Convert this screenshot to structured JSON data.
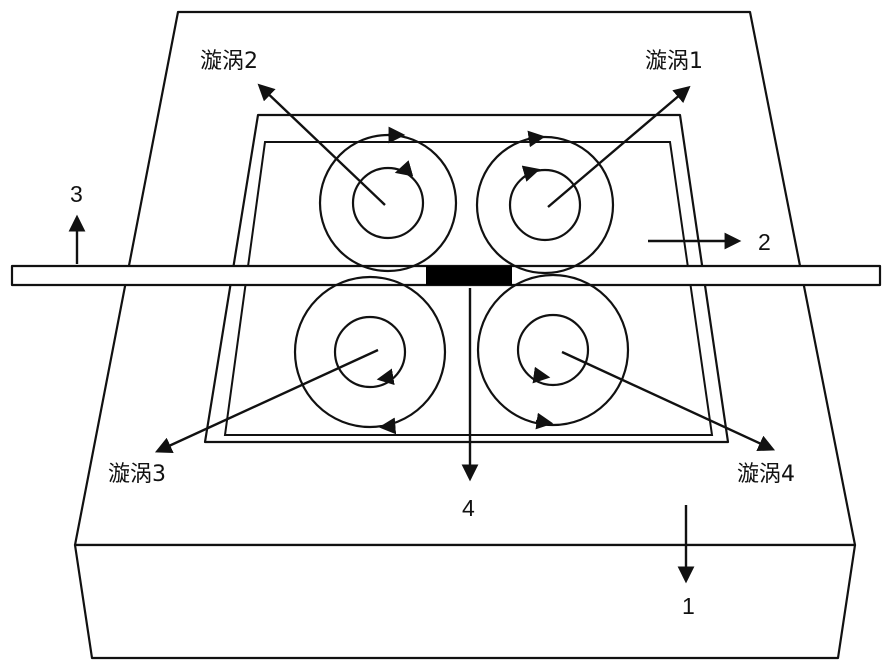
{
  "labels": {
    "vortex_1": "漩涡1",
    "vortex_2": "漩涡2",
    "vortex_3": "漩涡3",
    "vortex_4": "漩涡4",
    "num_1": "1",
    "num_2": "2",
    "num_3": "3",
    "num_4": "4"
  },
  "colors": {
    "line": "#111111",
    "background": "#ffffff",
    "strip_core": "#000000"
  }
}
